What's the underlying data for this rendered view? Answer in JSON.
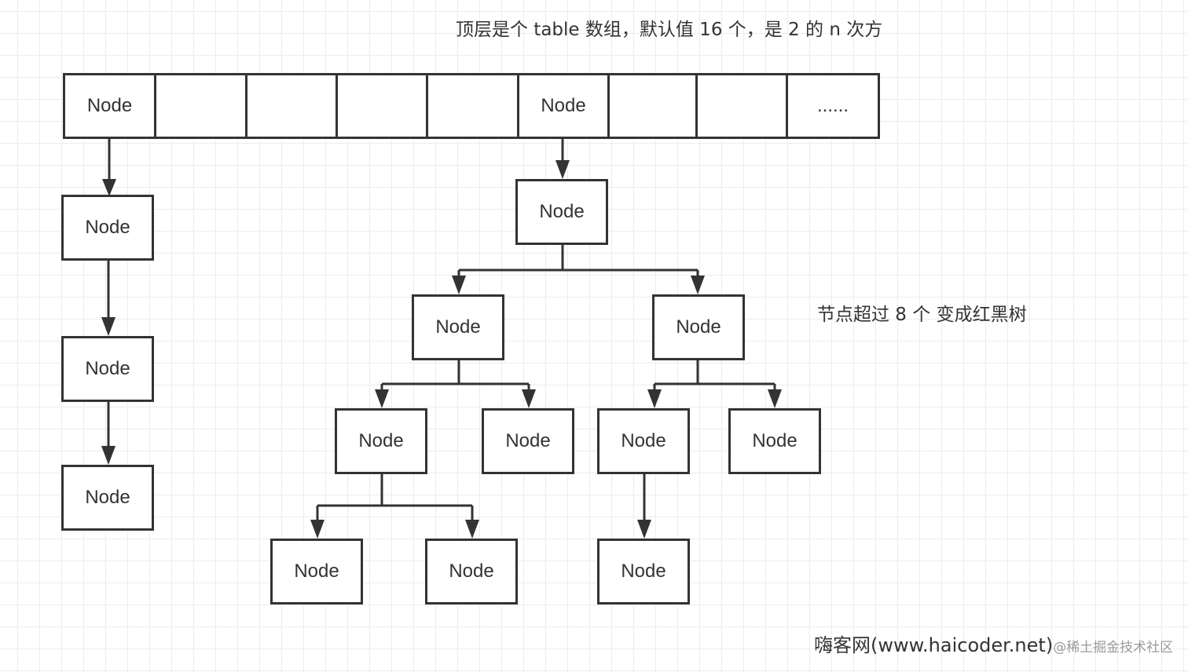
{
  "captions": {
    "title": "顶层是个 table 数组，默认值 16 个，是 2 的 n 次方",
    "tree_note": "节点超过 8 个 变成红黑树"
  },
  "watermark": {
    "site": "嗨客网(www.haicoder.net)",
    "community": "@稀土掘金技术社区"
  },
  "table": {
    "slots": [
      "Node",
      "",
      "",
      "",
      "",
      "Node",
      "",
      "",
      "......"
    ]
  },
  "linked_list": {
    "nodes": [
      "Node",
      "Node",
      "Node"
    ]
  },
  "red_black_tree": {
    "root": "Node",
    "level1": [
      "Node",
      "Node"
    ],
    "level2": [
      "Node",
      "Node",
      "Node",
      "Node"
    ],
    "level3": [
      "Node",
      "Node",
      "Node"
    ]
  }
}
